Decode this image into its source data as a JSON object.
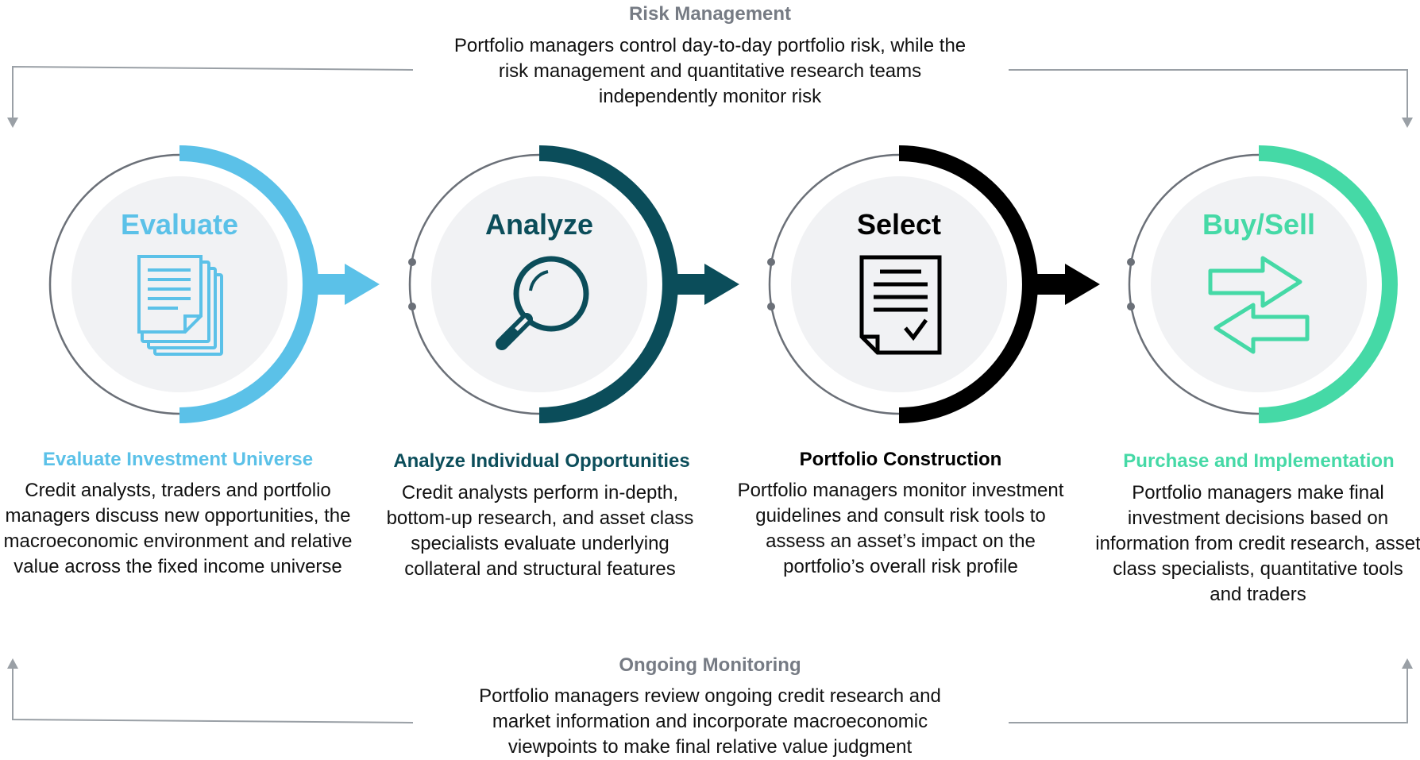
{
  "top": {
    "title": "Risk Management",
    "text": "Portfolio managers control day-to-day portfolio risk, while the risk management and quantitative research teams independently monitor risk"
  },
  "bottom": {
    "title": "Ongoing Monitoring",
    "text": "Portfolio managers review ongoing credit research and market information and incorporate macroeconomic viewpoints to make final relative value judgment"
  },
  "stages": [
    {
      "label": "Evaluate",
      "icon": "documents-icon",
      "color": "#5bc1e8",
      "title": "Evaluate Investment Universe",
      "desc": "Credit analysts, traders and portfolio managers discuss new opportunities, the macroeconomic environment and relative value across the fixed income universe"
    },
    {
      "label": "Analyze",
      "icon": "magnifier-icon",
      "color": "#0b4d5a",
      "title": "Analyze Individual Opportunities",
      "desc": "Credit analysts perform in-depth, bottom-up research, and asset class specialists evaluate underlying collateral and structural features"
    },
    {
      "label": "Select",
      "icon": "checklist-icon",
      "color": "#000000",
      "title": "Portfolio Construction",
      "desc": "Portfolio managers monitor investment guidelines and consult risk tools to assess an asset’s impact on the portfolio’s overall risk profile"
    },
    {
      "label": "Buy/Sell",
      "icon": "exchange-arrows-icon",
      "color": "#45d9a6",
      "title": "Purchase and Implementation",
      "desc": "Portfolio managers make final investment decisions based on information from credit research, asset class specialists, quantitative tools and traders"
    }
  ]
}
